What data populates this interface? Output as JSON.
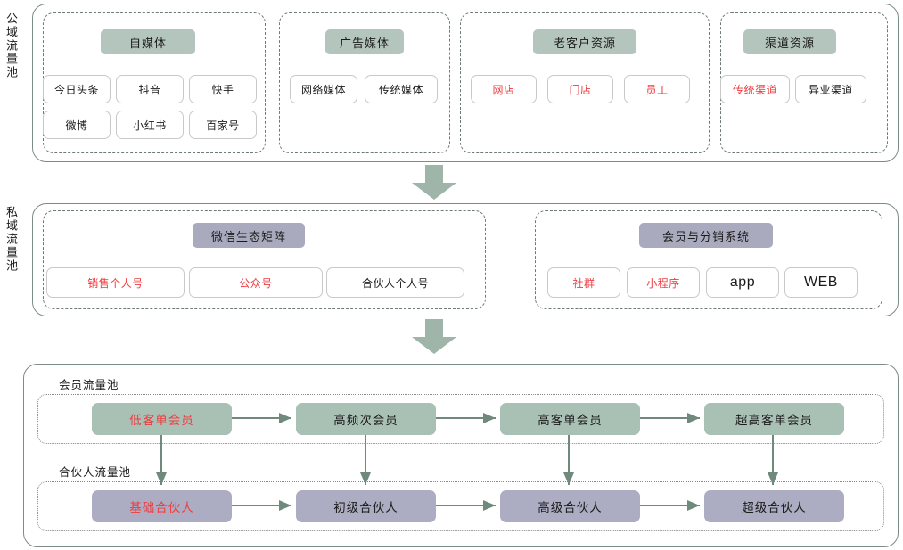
{
  "public_pool": {
    "side_label": "公域流量池",
    "groups": [
      {
        "title": "自媒体",
        "items": [
          {
            "label": "今日头条",
            "red": false
          },
          {
            "label": "抖音",
            "red": false
          },
          {
            "label": "快手",
            "red": false
          },
          {
            "label": "微博",
            "red": false
          },
          {
            "label": "小红书",
            "red": false
          },
          {
            "label": "百家号",
            "red": false
          }
        ]
      },
      {
        "title": "广告媒体",
        "items": [
          {
            "label": "网络媒体",
            "red": false
          },
          {
            "label": "传统媒体",
            "red": false
          }
        ]
      },
      {
        "title": "老客户资源",
        "items": [
          {
            "label": "网店",
            "red": true
          },
          {
            "label": "门店",
            "red": true
          },
          {
            "label": "员工",
            "red": true
          }
        ]
      },
      {
        "title": "渠道资源",
        "items": [
          {
            "label": "传统渠道",
            "red": true
          },
          {
            "label": "异业渠道",
            "red": false
          }
        ]
      }
    ]
  },
  "private_pool": {
    "side_label": "私域流量池",
    "groups": [
      {
        "title": "微信生态矩阵",
        "items": [
          {
            "label": "销售个人号",
            "red": true
          },
          {
            "label": "公众号",
            "red": true
          },
          {
            "label": "合伙人个人号",
            "red": false
          }
        ]
      },
      {
        "title": "会员与分销系统",
        "items": [
          {
            "label": "社群",
            "red": true
          },
          {
            "label": "小程序",
            "red": true
          },
          {
            "label": "app",
            "red": false
          },
          {
            "label": "WEB",
            "red": false
          }
        ]
      }
    ]
  },
  "bottom_pool": {
    "member_lane": {
      "label": "会员流量池",
      "nodes": [
        {
          "label": "低客单会员",
          "red": true
        },
        {
          "label": "高频次会员",
          "red": false
        },
        {
          "label": "高客单会员",
          "red": false
        },
        {
          "label": "超高客单会员",
          "red": false
        }
      ]
    },
    "partner_lane": {
      "label": "合伙人流量池",
      "nodes": [
        {
          "label": "基础合伙人",
          "red": true
        },
        {
          "label": "初级合伙人",
          "red": false
        },
        {
          "label": "高级合伙人",
          "red": false
        },
        {
          "label": "超级合伙人",
          "red": false
        }
      ]
    }
  },
  "colors": {
    "chip_green": "#b4c5bd",
    "chip_purple": "#aaaabf",
    "node_green": "#a9c0b5",
    "node_purple": "#acacc2",
    "arrow": "#6f8a7d",
    "block_arrow": "#9fb5a9",
    "highlight_red": "#ef3b3f",
    "outline": "#7b8b86"
  }
}
